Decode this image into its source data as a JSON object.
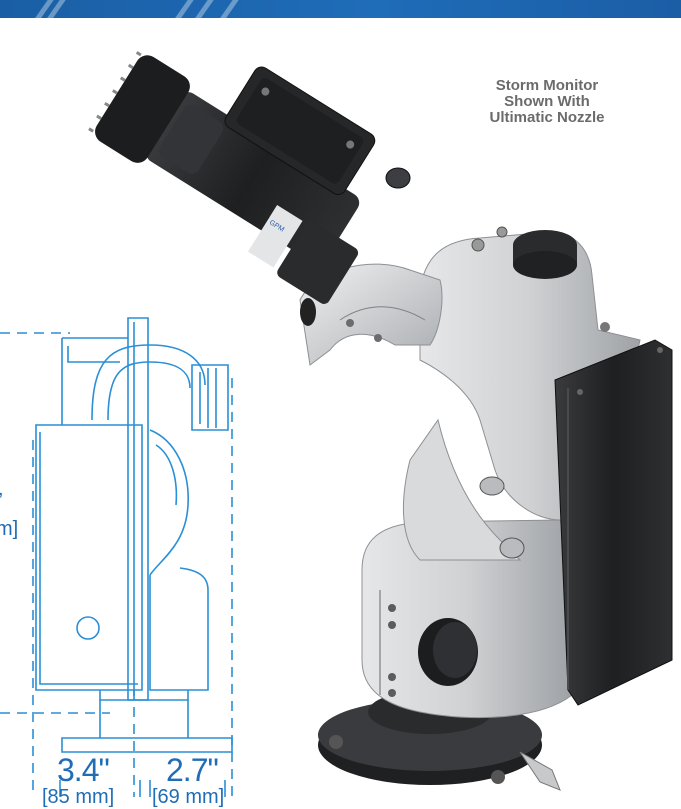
{
  "banner": {
    "color": "#1f6cb8"
  },
  "caption": {
    "line1": "Storm Monitor",
    "line2": "Shown With",
    "line3": "Ultimatic Nozzle"
  },
  "dimensions": {
    "left_width": "3.4\"",
    "right_width": "2.7\"",
    "left_width_mm": "[85 mm]",
    "right_width_mm": "[69 mm]",
    "partial_mark": ",",
    "partial_mm": "m]"
  },
  "colors": {
    "drawing_line": "#2a8fd6",
    "dimension_text": "#1f6db6",
    "caption_text": "#6b6b6b",
    "monitor_body": "#c9cbcd",
    "nozzle_body": "#2b2b2d"
  }
}
